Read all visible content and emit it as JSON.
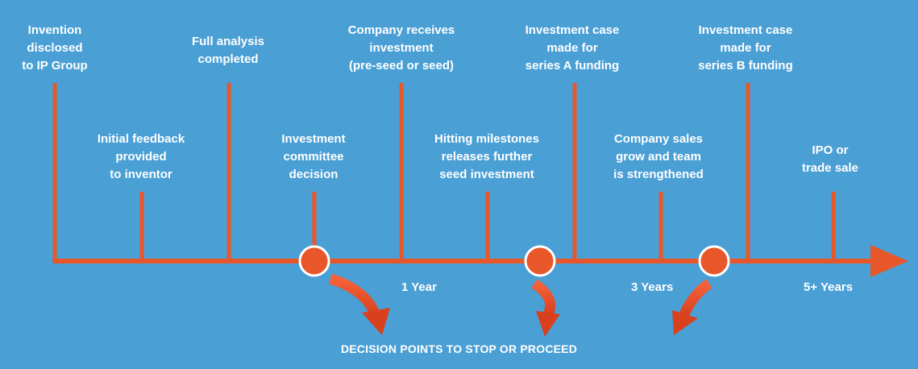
{
  "colors": {
    "background": "#4a9fd5",
    "line": "#e8572a",
    "decision_fill": "#e8572a",
    "decision_stroke": "#ffffff",
    "text": "#ffffff"
  },
  "steps": [
    {
      "id": "invention-disclosed",
      "lines": [
        "Invention",
        "disclosed",
        "to IP Group"
      ]
    },
    {
      "id": "initial-feedback",
      "lines": [
        "Initial feedback",
        "provided",
        "to inventor"
      ]
    },
    {
      "id": "full-analysis",
      "lines": [
        "Full analysis",
        "completed"
      ]
    },
    {
      "id": "investment-committee",
      "lines": [
        "Investment",
        "committee",
        "decision"
      ]
    },
    {
      "id": "company-receives-investment",
      "lines": [
        "Company receives",
        "investment",
        "(pre-seed or seed)"
      ]
    },
    {
      "id": "hitting-milestones",
      "lines": [
        "Hitting milestones",
        "releases further",
        "seed investment"
      ]
    },
    {
      "id": "series-a-case",
      "lines": [
        "Investment case",
        "made for",
        "series A funding"
      ]
    },
    {
      "id": "company-sales-grow",
      "lines": [
        "Company sales",
        "grow and team",
        "is strengthened"
      ]
    },
    {
      "id": "series-b-case",
      "lines": [
        "Investment case",
        "made for",
        "series B funding"
      ]
    },
    {
      "id": "ipo-trade-sale",
      "lines": [
        "IPO or",
        "trade sale"
      ]
    }
  ],
  "time_labels": {
    "one_year": "1 Year",
    "three_years": "3 Years",
    "five_plus_years": "5+ Years"
  },
  "caption": "DECISION POINTS TO STOP OR PROCEED"
}
